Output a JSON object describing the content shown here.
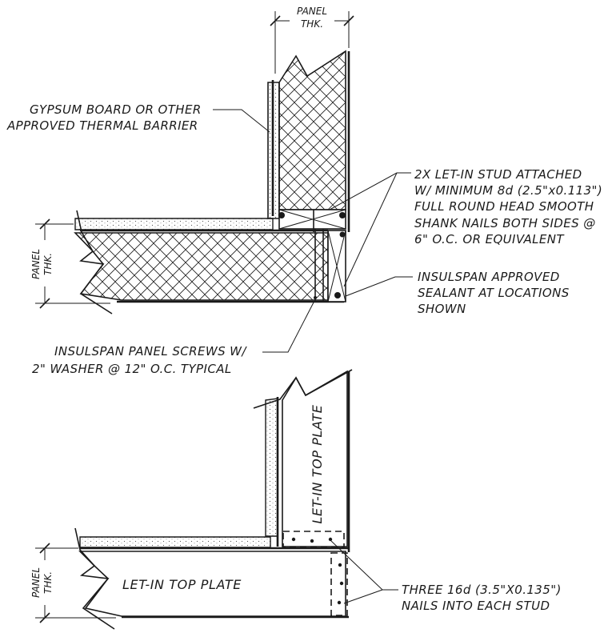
{
  "dimension": {
    "panel_line1": "PANEL",
    "panel_line2": "THK."
  },
  "notes": {
    "gypsum": [
      "GYPSUM BOARD OR OTHER",
      "APPROVED THERMAL BARRIER"
    ],
    "letin_stud": [
      "2X LET-IN STUD ATTACHED",
      "W/ MINIMUM 8d (2.5\"x0.113\")",
      "FULL ROUND HEAD SMOOTH",
      "SHANK NAILS BOTH SIDES @",
      "6\" O.C. OR EQUIVALENT"
    ],
    "sealant": [
      "INSULSPAN APPROVED",
      "SEALANT AT LOCATIONS",
      "SHOWN"
    ],
    "screws": [
      "INSULSPAN PANEL SCREWS W/",
      "2\" WASHER @ 12\" O.C. TYPICAL"
    ],
    "nails": [
      "THREE 16d (3.5\"X0.135\")",
      "NAILS INTO EACH STUD"
    ]
  },
  "labels": {
    "vertical_plate": "LET-IN TOP PLATE",
    "horizontal_plate": "LET-IN TOP PLATE"
  }
}
